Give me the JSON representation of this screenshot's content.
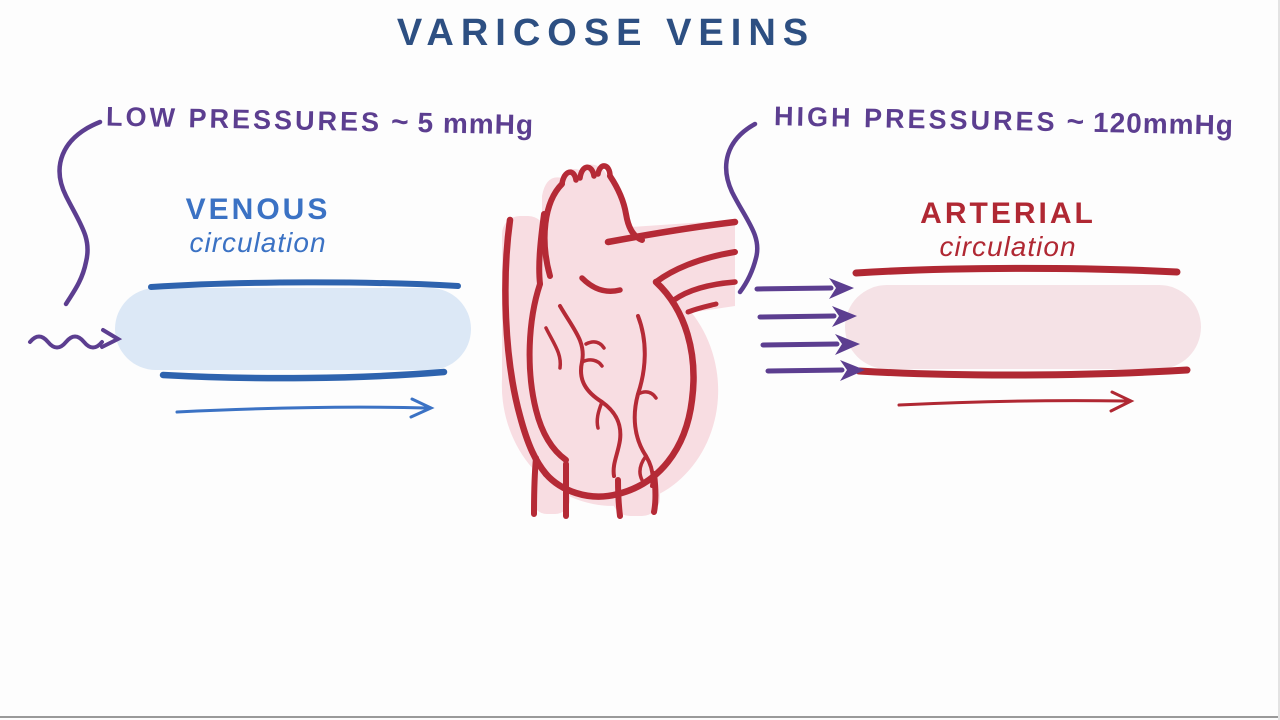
{
  "title": "VARICOSE VEINS",
  "colors": {
    "background": "#fdfdfd",
    "title_navy": "#2d4f82",
    "annotation_purple": "#5c3e90",
    "venous_blue": "#3b72c4",
    "venous_wall_blue": "#2e63ae",
    "venous_lumen_blue": "#dce8f6",
    "arterial_red": "#b02833",
    "arterial_lumen_pink": "#f5e2e6",
    "heart_fill_pink": "#f8dde2",
    "heart_outline_red": "#b52a36"
  },
  "left_section": {
    "pressure_label": "LOW PRESSURES",
    "pressure_tilde": "~",
    "pressure_value": "5 mmHg",
    "vessel_name": "VENOUS",
    "vessel_sub": "circulation"
  },
  "right_section": {
    "pressure_label": "HIGH PRESSURES",
    "pressure_tilde": "~",
    "pressure_value": "120mmHg",
    "vessel_name": "ARTERIAL",
    "vessel_sub": "circulation",
    "pressure_arrow_count": 4
  },
  "graphics": {
    "left_bracket": "s-curve-bracket",
    "wavy_arrow": "low-pressure-wavy-right-arrow",
    "venous_flow_arrow": "thin-right-arrow",
    "right_bracket": "s-curve-bracket",
    "pressure_arrows": "four-bold-right-arrows",
    "arterial_flow_arrow": "thin-right-arrow",
    "center_illustration": "hand-drawn-anatomical-heart"
  }
}
